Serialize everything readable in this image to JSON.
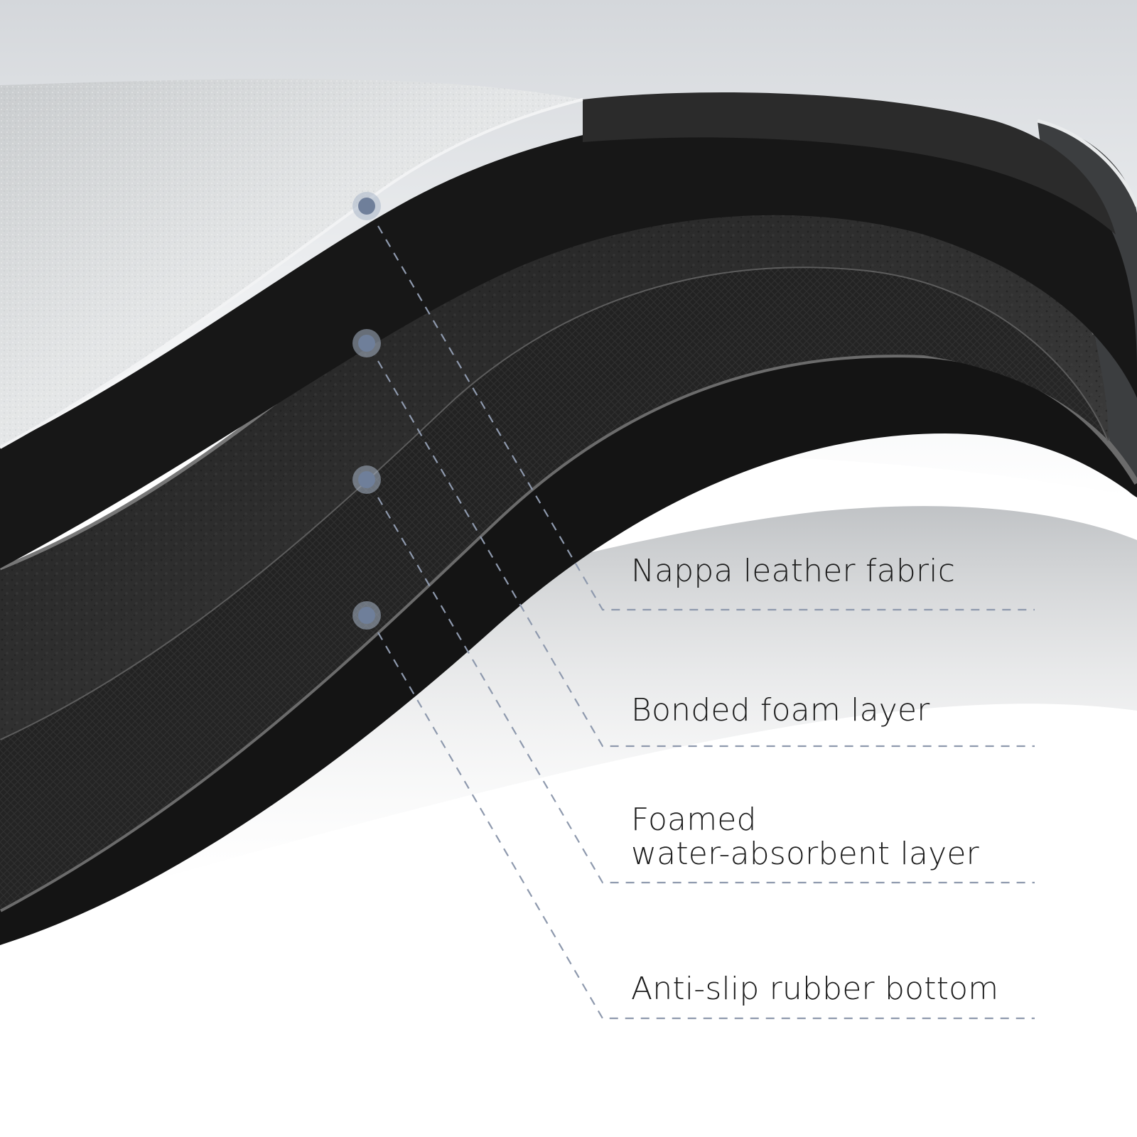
{
  "colors": {
    "marker_fill": "#6f7f9a",
    "marker_halo": "#a9b6c9",
    "leader_line": "#8e99ad",
    "label_text": "#1c1c1c",
    "fabric_surface": "#d6d8da",
    "fabric_edge": "#1a1a1a",
    "foam": "#2e2e2e",
    "water_absorbent_layer": "#262626",
    "rubber_bottom": "#111111",
    "rim_highlight": "#6d6d6d",
    "background": "#ffffff"
  },
  "layers": [
    {
      "id": "nappa",
      "label_lines": [
        "Nappa leather fabric"
      ]
    },
    {
      "id": "bonded",
      "label_lines": [
        "Bonded foam layer"
      ]
    },
    {
      "id": "foamed",
      "label_lines": [
        "Foamed",
        "water-absorbent layer"
      ]
    },
    {
      "id": "antislip",
      "label_lines": [
        "Anti-slip rubber bottom"
      ]
    }
  ]
}
